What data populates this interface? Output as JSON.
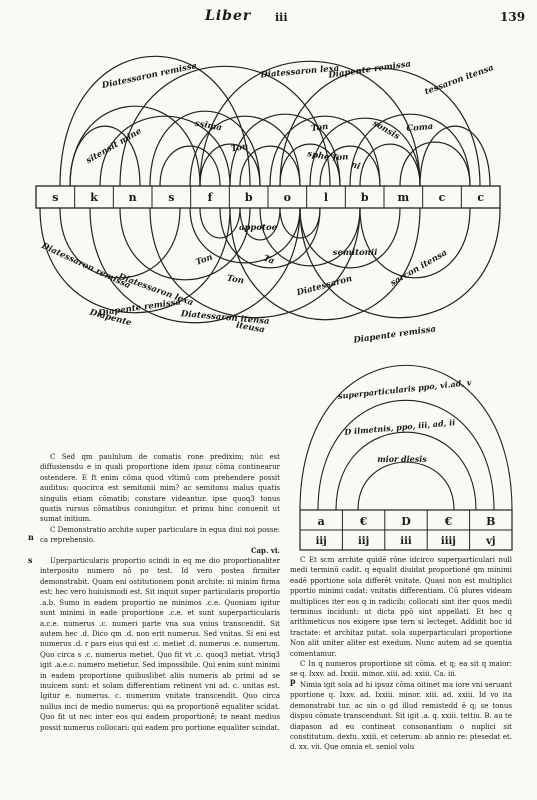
{
  "header": {
    "title": "Liber",
    "mark": "iii",
    "page": "139"
  },
  "top_diagram": {
    "notes": [
      "s",
      "k",
      "n",
      "s",
      "f",
      "b",
      "o",
      "l",
      "b",
      "m",
      "c",
      "c"
    ],
    "upper_labels": [
      "Diatessaron remissa",
      "Diatessaron lexa",
      "Diapente remissa",
      "tessaron itensa",
      "sitensit mine",
      "ssima",
      "Ton",
      "Ton",
      "Ton",
      "sonsis",
      "Coma",
      "sphe",
      "ni"
    ],
    "lower_labels": [
      "appotoe",
      "Ton",
      "Ta",
      "Ton",
      "semitonii",
      "Diatessaron remissa",
      "Diatessaron lexa",
      "Diatessaron",
      "sarcon itensa",
      "Diapente remissa",
      "Diapente",
      "Diatessaron itensa",
      "iteusa",
      "Diapente remissa"
    ]
  },
  "bottom_diagram": {
    "arc_labels": [
      "superparticularis ppo, vi.ad, v",
      "D ilmetnis, ppo, iii, ad, ii",
      "mior diesis"
    ],
    "cells": [
      "a",
      "€",
      "D",
      "€",
      "B"
    ],
    "numbers": [
      "iij",
      "iij",
      "iii",
      "iiij",
      "vj"
    ]
  },
  "left_column": {
    "paragraphs": [
      "C Sed qm paululum de comatis rone predixim; nüc est diffusiensdu e in quali proportione idem ipsuz cōma continearur ostendere. E ft enim cōma quod vltimū com prehendere possit auditus: quocirca est semitonii mim? ac semitonu malus quatis singulis etiam cōmatib; constare videantur. ipse quoq3 tonus quatis rursus cōmatibus coniungitur. et primu hinc conuenit ut sumat initium.",
      "C Demonstratio archite super particulare in equa diui noi posse: ca reprehensio."
    ],
    "cap_label": "Cap. vi.",
    "margin": [
      "n",
      "s"
    ],
    "paragraphs2": [
      "Uperparticularis proportio scindi in eq me dio proportionaliter interposito numero nō po test. Id vero postea firmiter demonstrabit. Quam eni ostitutionem ponit archite: ni minim firma est: hec vero huiuismodi est. Sit inquit super particularis proportio .a.b. Sumo in eadem proportio ne minimos .c.e. Quoniam igitur sunt minimi in eade proportione .c.e. et sunt superparticularis a.c.e. numerus .c. numeri parte vna sua vnius transcendit. Sit autem hec .d. Dico qm .d. non erit numerus. Sed vnitas. Si eni est numerus .d. r pars eius qui est .c. metiet .d. numerus .e. numerum. Quo circa s .c. numerus metiet. Quo fit vt .c. quoq3 metiat. vtriq3 igit .a.e.c. numero metietur. Sed impossibile. Qui enim sunt minimi in eadem proportione quibuslibet aliis numeris ab primi ad se inuicem sunt: et solam differentiam retinent vni ad. c. unitas est. Igitur e. numerus. c. numerum vnitate transcendit. Quo circa nullus inci de medio numerus: qui ea proportionē equaliter scidat. Quo fit ut nec inter eos qui eadem proportionē; te neant medius possit numerus collocari: qui eadem pro portione equaliter scindat."
    ]
  },
  "right_column": {
    "paragraphs": [
      "C Et scm archite quidē rōne idcirco superparticulari null medi terminū cadit. q equalit diuidat proportioné qm minimi eadē pportione sola differēt vnitate. Quasi non est multiplici pportio minimi cadat: vnitatis differentiam. Cū plures videam multiplices iter eos q in radicib; collocati sint iter quos medii terminus incidunt: ut dicta ppō sint appellati. Et hec q arithmeticus nos exigere ipse tern si lecteget. Addidit hoc id tractate: et architaz putat. sola superparticulari proportione Non alit uniter aliter est exedum. Nunc autem ad se quentia comentamur.",
      "C In q numeros proportione sit cōma. et q; ea sit q maior: se q. Ixxv. ad. Ixxiii. minor. xiii. ad. xxiii. Ca. iii.",
      "Nimia igit sola ad hi ipsuz cōma oitinet ma iore vni seruant pportione q. Ixxv. ad. Ixxiii. minor. xiii. ad. xxiii. Id vo ita demonstrabi tur. ac sin o gd illud remistedd ē q; se tonus dispsu cōmate transcendunt. Sit igit .a. q. xxiii. tettiu. B. au te diapason ad eu contineat consonantiam o nuplici sit constitutum. dextu. xxiii. et ceterum: ab annio re: ptesedat et. d. xx. vii. Que omnia et. seniol volu"
    ],
    "margin": [
      "p"
    ]
  }
}
